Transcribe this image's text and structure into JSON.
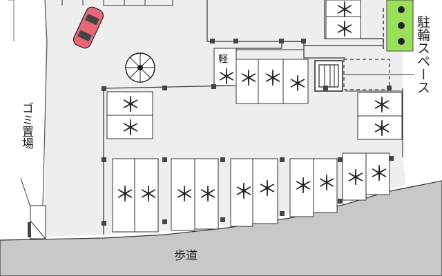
{
  "labels": {
    "bicycle_parking": "駐輪スペース",
    "garbage_area": "ゴミ置場",
    "sidewalk": "歩道",
    "compact_car": "軽"
  },
  "marks": {
    "occupied_symbol": "＊"
  },
  "colors": {
    "ground": "#eeeeee",
    "road": "#c8c8c8",
    "lines": "#333333",
    "planting": "#9be05a",
    "car_body": "#e8667a"
  },
  "icons": [
    "car-icon",
    "spiral-staircase-icon",
    "staircase-icon",
    "tree-icon"
  ]
}
